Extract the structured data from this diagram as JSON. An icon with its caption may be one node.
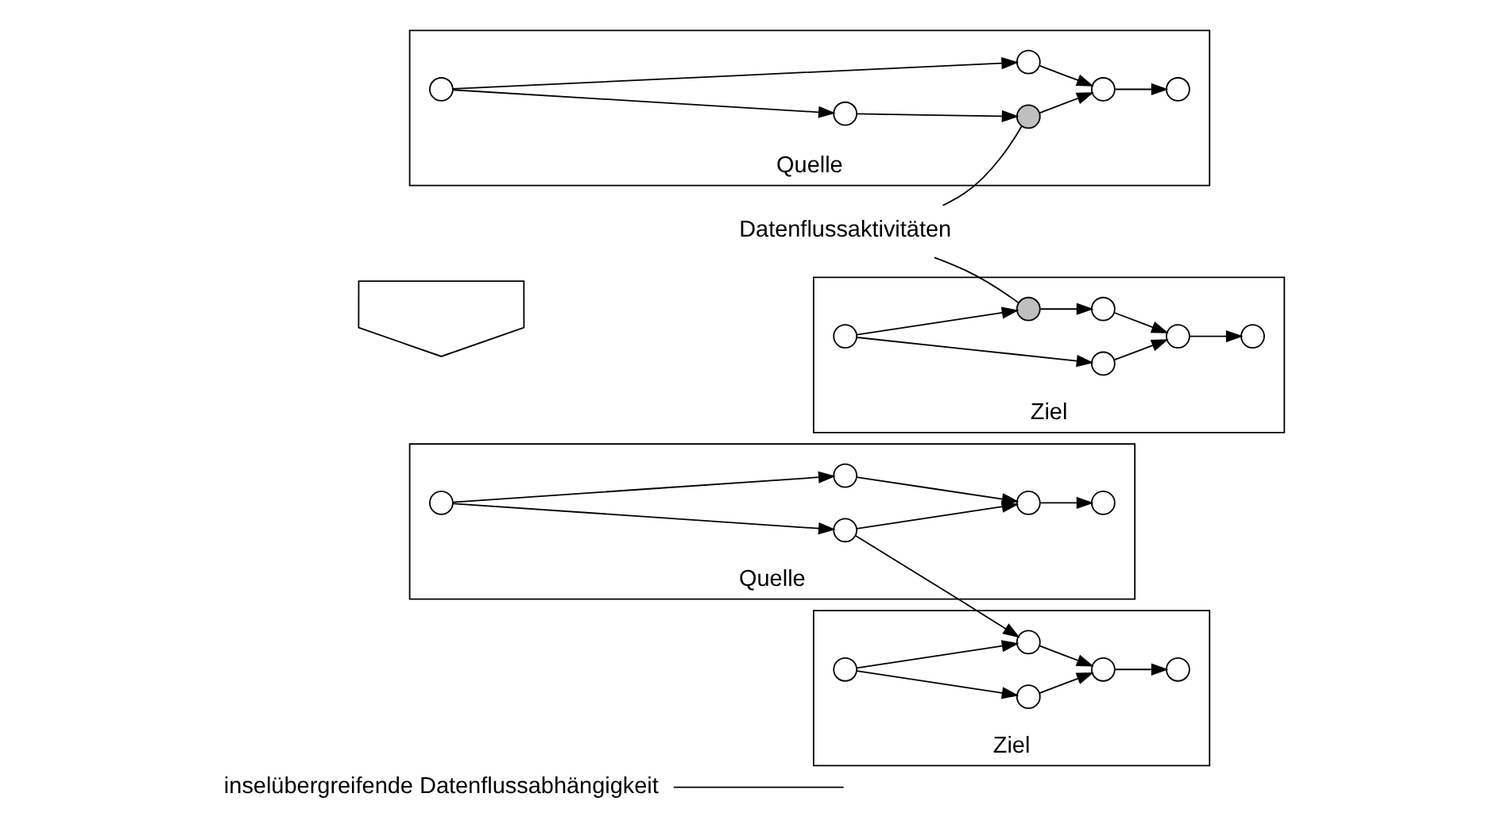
{
  "diagram": {
    "nodes": [
      {
        "text": [
          "inselübergreifende Datenflussabhängigkeit"
        ]
      },
      {
        "text": [
          "Quelle"
        ]
      },
      {
        "text": [],
        "shape": "circle",
        "in": 1
      },
      {
        "text": [],
        "shape": "circle",
        "in": 1
      },
      {
        "text": [],
        "shape": "circle",
        "in": 1
      },
      {
        "text": [],
        "shape": "circle",
        "in": 1
      },
      {
        "text": [],
        "shape": "circle",
        "in": 1
      },
      {
        "text": [
          "Ziel"
        ]
      },
      {
        "text": [],
        "shape": "circle",
        "in": 7
      },
      {
        "text": [],
        "shape": "circle",
        "in": 7
      },
      {
        "text": [],
        "shape": "circle",
        "in": 7
      },
      {
        "text": [],
        "shape": "circle",
        "in": 7
      },
      {
        "text": [],
        "shape": "circle",
        "in": 7
      },
      {
        "text": [],
        "shape": "arrow"
      },
      {
        "text": [
          "Datenflussaktivitäten"
        ]
      },
      {
        "text": [
          "Quelle"
        ]
      },
      {
        "text": [],
        "shape": "circle",
        "in": 15
      },
      {
        "text": [],
        "shape": "circle",
        "in": 15
      },
      {
        "text": [],
        "shape": "circle",
        "in": 15
      },
      {
        "text": [],
        "shape": "circle",
        "in": 15
      },
      {
        "text": [],
        "shape": "circle",
        "in": 15
      },
      {
        "text": [],
        "shape": "circle",
        "in": 15
      },
      {
        "text": [
          "Ziel"
        ]
      },
      {
        "text": [],
        "shape": "circle",
        "in": 22
      },
      {
        "text": [],
        "shape": "circle",
        "in": 22
      },
      {
        "text": [],
        "shape": "circle",
        "in": 22
      },
      {
        "text": [],
        "shape": "circle",
        "in": 22
      },
      {
        "text": [],
        "shape": "circle",
        "in": 22
      },
      {
        "text": [],
        "shape": "circle",
        "in": 22
      }
    ],
    "edges": [
      {
        "from": 2,
        "to": 3,
        "arrow": "to"
      },
      {
        "from": 2,
        "to": 4,
        "arrow": "to"
      },
      {
        "from": 3,
        "to": 5,
        "arrow": "to"
      },
      {
        "from": 4,
        "to": 5,
        "arrow": "to"
      },
      {
        "from": 5,
        "to": 6,
        "arrow": "to"
      },
      {
        "from": 3,
        "to": 9,
        "arrow": "to"
      },
      {
        "from": 8,
        "to": 9,
        "arrow": "to"
      },
      {
        "from": 8,
        "to": 10,
        "arrow": "to"
      },
      {
        "from": 9,
        "to": 11,
        "arrow": "to"
      },
      {
        "from": 10,
        "to": 11,
        "arrow": "to"
      },
      {
        "from": 11,
        "to": 12,
        "arrow": "to"
      },
      {
        "from": 0,
        "to": null,
        "arrow": "none"
      },
      {
        "from": 16,
        "to": 17,
        "arrow": "to"
      },
      {
        "from": 17,
        "to": 18,
        "arrow": "to"
      },
      {
        "from": 18,
        "to": 20,
        "arrow": "to"
      },
      {
        "from": 16,
        "to": 19,
        "arrow": "to"
      },
      {
        "from": 19,
        "to": 20,
        "arrow": "to"
      },
      {
        "from": 20,
        "to": 21,
        "arrow": "to"
      },
      {
        "from": 23,
        "to": 24,
        "arrow": "to"
      },
      {
        "from": 24,
        "to": 25,
        "arrow": "to"
      },
      {
        "from": 25,
        "to": 27,
        "arrow": "to"
      },
      {
        "from": 23,
        "to": 26,
        "arrow": "to"
      },
      {
        "from": 26,
        "to": 27,
        "arrow": "to"
      },
      {
        "from": 27,
        "to": 28,
        "arrow": "to"
      },
      {
        "from": 14,
        "to": 18,
        "arrow": "none"
      },
      {
        "from": 14,
        "to": 24,
        "arrow": "none"
      }
    ]
  }
}
